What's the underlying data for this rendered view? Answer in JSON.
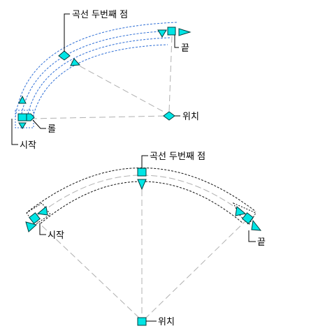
{
  "colors": {
    "grip_fill": "#00e5e5",
    "grip_stroke": "#003c3c",
    "blue_dash": "#2f6fd6",
    "black_dash": "#111111",
    "gray_dash": "#b0b0b0",
    "leader": "#000000"
  },
  "top_figure": {
    "label_midpoint": "곡선 두번째 점",
    "label_end": "끝",
    "label_location": "위치",
    "label_roll": "롤",
    "label_start": "시작"
  },
  "bottom_figure": {
    "label_midpoint": "곡선 두번째 점",
    "label_start": "시작",
    "label_end": "끝",
    "label_location": "위치"
  },
  "icons": [
    "square-grip-icon",
    "diamond-grip-icon",
    "triangle-grip-icon",
    "arrow-grip-icon"
  ]
}
